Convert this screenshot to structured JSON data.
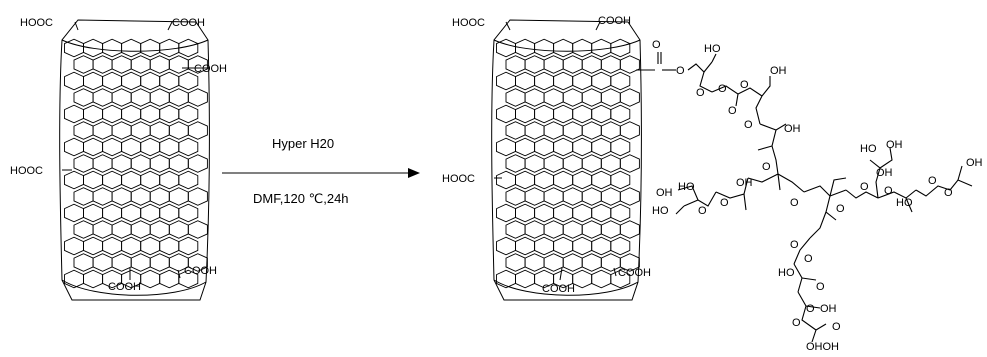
{
  "reaction": {
    "reagent": "Hyper H20",
    "conditions": "DMF,120 ℃,24h",
    "arrow_color": "#000000"
  },
  "left_cnt": {
    "groups": [
      "HOOC",
      "COOH",
      "COOH",
      "HOOC",
      "COOH",
      "COOH"
    ]
  },
  "right_cnt": {
    "groups": [
      "HOOC",
      "COOH",
      "HOOC",
      "COOH",
      "COOH"
    ]
  },
  "dendrimer": {
    "labels": [
      "O",
      "O",
      "HO",
      "O",
      "O",
      "O",
      "OH",
      "O",
      "O",
      "OH",
      "O",
      "HO",
      "OH",
      "O",
      "HO",
      "OH",
      "O",
      "O",
      "O",
      "O",
      "OH",
      "HO",
      "OH",
      "HO",
      "O",
      "O",
      "O",
      "HO",
      "O",
      "O",
      "O",
      "OH",
      "O",
      "O",
      "O",
      "OH",
      "OHOH"
    ]
  },
  "colors": {
    "ink": "#000000",
    "background": "#ffffff"
  }
}
